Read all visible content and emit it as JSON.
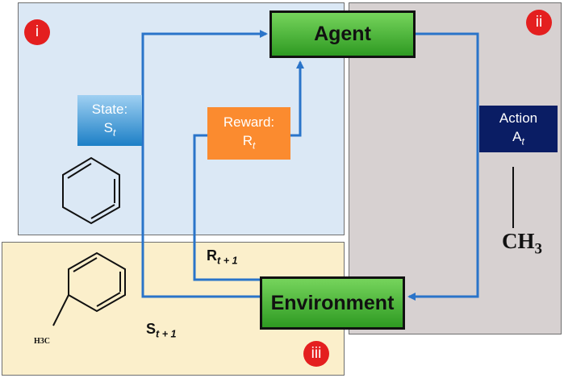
{
  "regions": {
    "i": {
      "label": "i",
      "color": "#dbe8f5"
    },
    "ii": {
      "label": "ii",
      "color": "#d7d1d1"
    },
    "iii": {
      "label": "iii",
      "color": "#fbefcb"
    }
  },
  "nodes": {
    "agent": "Agent",
    "environment": "Environment"
  },
  "state": {
    "title": "State:",
    "symbol": "S",
    "sub": "t"
  },
  "reward": {
    "title": "Reward:",
    "symbol": "R",
    "sub": "t"
  },
  "action": {
    "title": "Action",
    "symbol": "A",
    "sub": "t"
  },
  "next_reward": {
    "symbol": "R",
    "sub": "t + 1"
  },
  "next_state": {
    "symbol": "S",
    "sub": "t + 1"
  },
  "molecules": {
    "action_group": {
      "base": "CH",
      "sub": "3"
    },
    "toluene_methyl": "H3C"
  },
  "colors": {
    "arrow": "#2a74c9",
    "box_green": "#4cb838",
    "state": "#2f8fd3",
    "reward": "#fb8b2f",
    "action": "#0a1d64",
    "badge": "#e41f1f"
  },
  "icons": [
    "benzene-ring-icon",
    "toluene-molecule-icon",
    "bond-line-icon"
  ]
}
